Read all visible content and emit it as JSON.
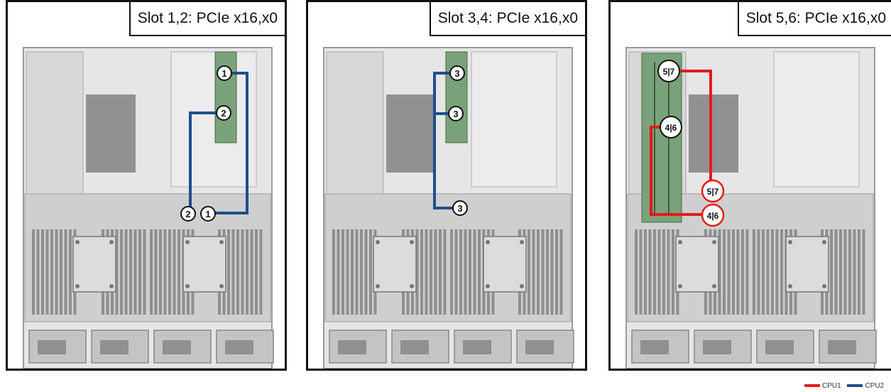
{
  "colors": {
    "cpu1": "#e31b1b",
    "cpu2": "#1f4e8c"
  },
  "panels": [
    {
      "title": "Slot 1,2: PCIe x16,x0",
      "markers": [
        "1",
        "2",
        "2",
        "1"
      ],
      "riser_icon": "narrow-riser-card",
      "route_color": "cpu2"
    },
    {
      "title": "Slot 3,4: PCIe x16,x0",
      "markers": [
        "3",
        "3",
        "3"
      ],
      "riser_icon": "narrow-riser-card",
      "route_color": "cpu2"
    },
    {
      "title": "Slot 5,6: PCIe x16,x0",
      "markers": [
        "5|7",
        "4|6",
        "5|7",
        "4|6"
      ],
      "riser_icon": "wide-riser-card",
      "route_color": "cpu1"
    }
  ],
  "legend": {
    "cpu1": "CPU1",
    "cpu2": "CPU2"
  }
}
